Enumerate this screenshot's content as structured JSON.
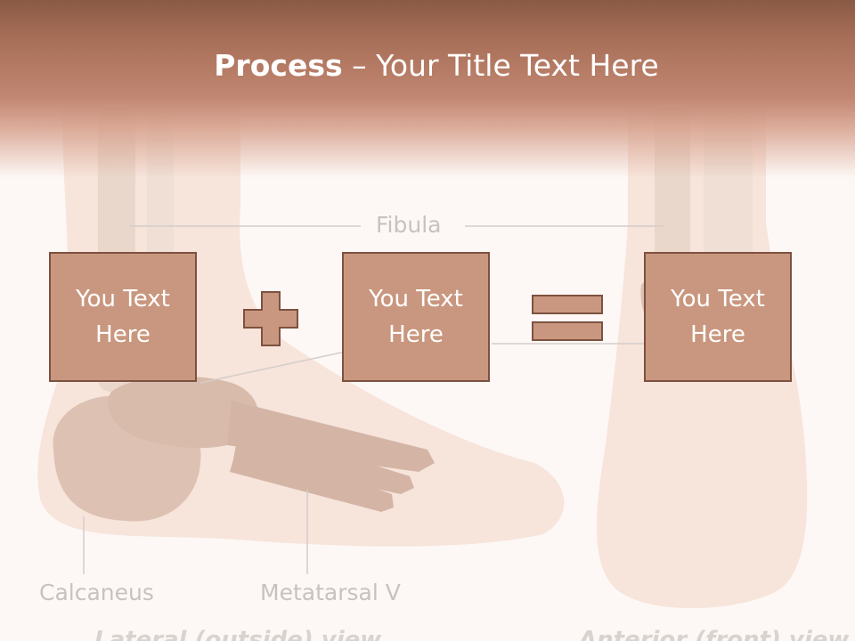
{
  "title": {
    "bold": "Process",
    "rest": " – Your Title Text Here"
  },
  "boxes": [
    {
      "text": "You Text Here"
    },
    {
      "text": "You Text Here"
    },
    {
      "text": "You Text Here"
    }
  ],
  "operators": {
    "first": "plus-icon",
    "second": "equals-icon"
  },
  "illustration": {
    "labels": {
      "fibula": "Fibula",
      "calcaneus": "Calcaneus",
      "metatarsal": "Metatarsal V"
    },
    "captions": {
      "lateral": "Lateral (outside) view",
      "anterior": "Anterior (front) view"
    }
  },
  "colors": {
    "header_top": "#8a5a45",
    "box_fill": "#c9977f",
    "box_border": "#7d5140",
    "operator": "#c9977f"
  }
}
